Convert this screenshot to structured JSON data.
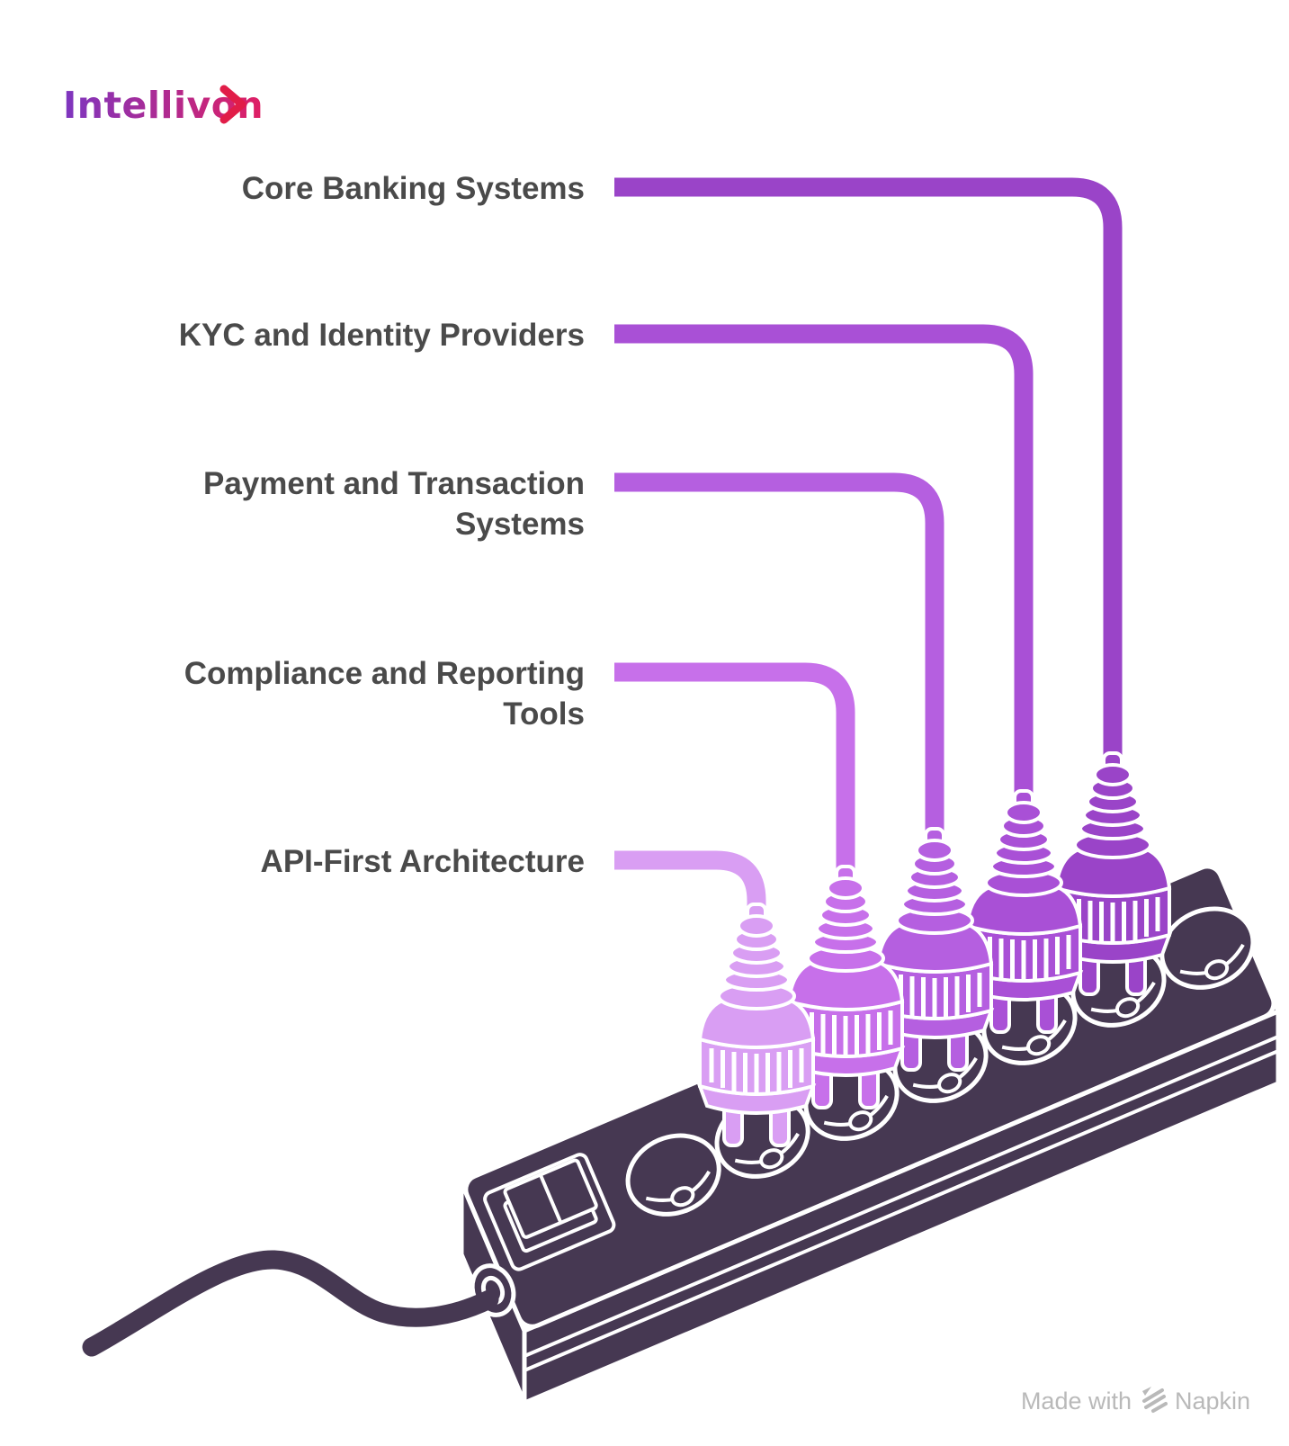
{
  "background": "#ffffff",
  "logo": {
    "text": "Intellivon",
    "gradient_start": "#7d36c0",
    "gradient_end": "#e01f63",
    "chevron_color": "#e11d48"
  },
  "items": [
    {
      "label": "Core Banking Systems",
      "color": "#9a44c8"
    },
    {
      "label": "KYC and Identity Providers",
      "color": "#a950d6"
    },
    {
      "label": "Payment and Transaction",
      "label2": "Systems",
      "color": "#b55fe0"
    },
    {
      "label": "Compliance and Reporting",
      "label2": "Tools",
      "color": "#c770ea"
    },
    {
      "label": "API-First Architecture",
      "color": "#d99ef3"
    }
  ],
  "labels_color": "#4a4a4a",
  "strip": {
    "color": "#463852",
    "outline": "#ffffff"
  },
  "footer": {
    "made_with": "Made with",
    "brand": "Napkin",
    "color": "#b9b9b9"
  }
}
